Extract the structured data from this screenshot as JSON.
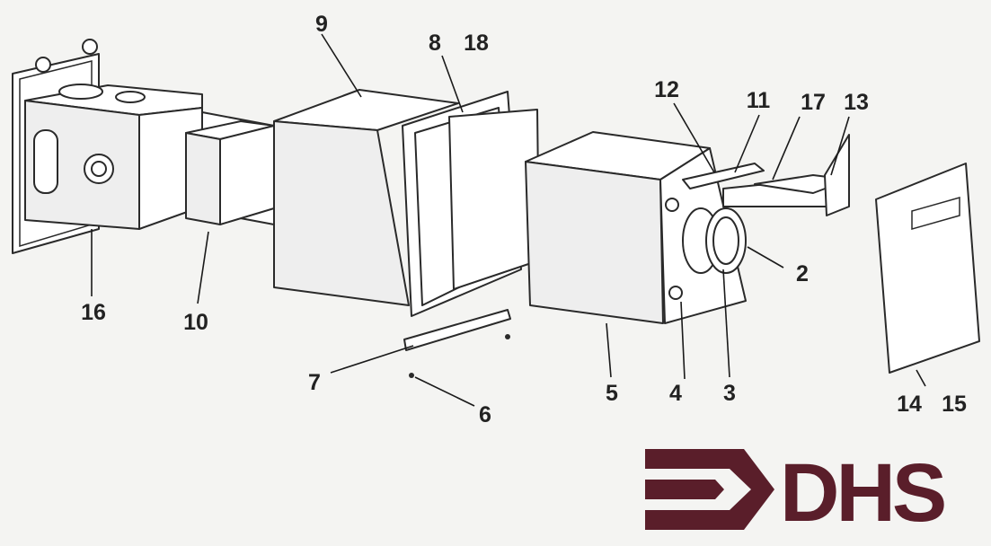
{
  "callouts": [
    "9",
    "8",
    "18",
    "12",
    "11",
    "17",
    "13",
    "16",
    "10",
    "2",
    "7",
    "6",
    "5",
    "4",
    "3",
    "14",
    "15"
  ],
  "logo": {
    "text": "DHS",
    "color": "#5a1e2a"
  }
}
